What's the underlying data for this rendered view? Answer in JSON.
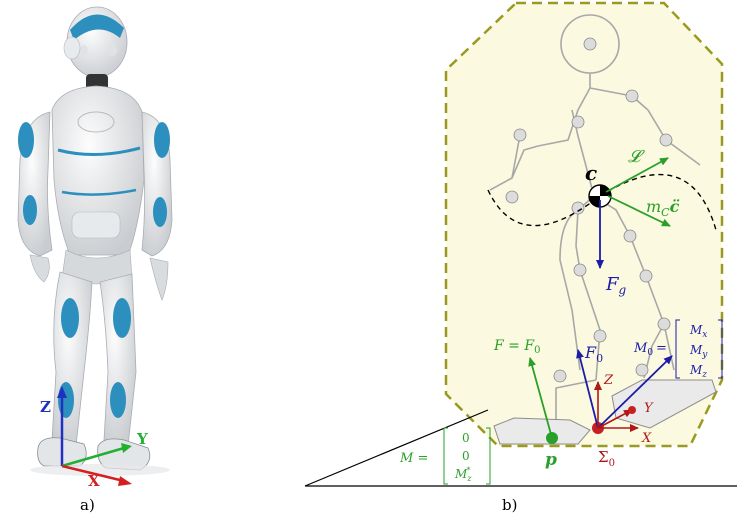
{
  "figure": {
    "panel_a_label": "a)",
    "panel_b_label": "b)"
  },
  "panel_a": {
    "axes": {
      "z": "Z",
      "y": "Y",
      "x": "X"
    },
    "colors": {
      "x": "#d42020",
      "y": "#22b030",
      "z": "#2030c0"
    }
  },
  "panel_b": {
    "com_label": "c",
    "L_dot_label": "𝓛̇",
    "mc_label": "m",
    "mc_sub": "C",
    "mc_c_label": "c̈",
    "Fg_label": "F",
    "Fg_sub": "g",
    "F0_label": "F",
    "F0_sub": "0",
    "F_eq_label": "F = F",
    "F_eq_sub": "0",
    "M0_lhs": "M",
    "M0_lhs_sub": "0",
    "M0_eq": "=",
    "M0_entries": [
      {
        "base": "M",
        "sub": "x"
      },
      {
        "base": "M",
        "sub": "y"
      },
      {
        "base": "M",
        "sub": "z"
      }
    ],
    "M_lhs": "M =",
    "M_entries": [
      "0",
      "0",
      "M"
    ],
    "M_z_sub": "z",
    "M_z_sup": "*",
    "p_label": "p",
    "frame_Z": "Z",
    "frame_Y": "Y",
    "frame_X": "X",
    "sigma_label": "Σ",
    "sigma_sub": "0",
    "colors": {
      "hull": "#9a9a20",
      "hull_fill": "#fbf9df",
      "skeleton": "#a8a8a8",
      "green": "#2aa02a",
      "blue": "#1c1ca8",
      "red": "#b01818"
    }
  }
}
